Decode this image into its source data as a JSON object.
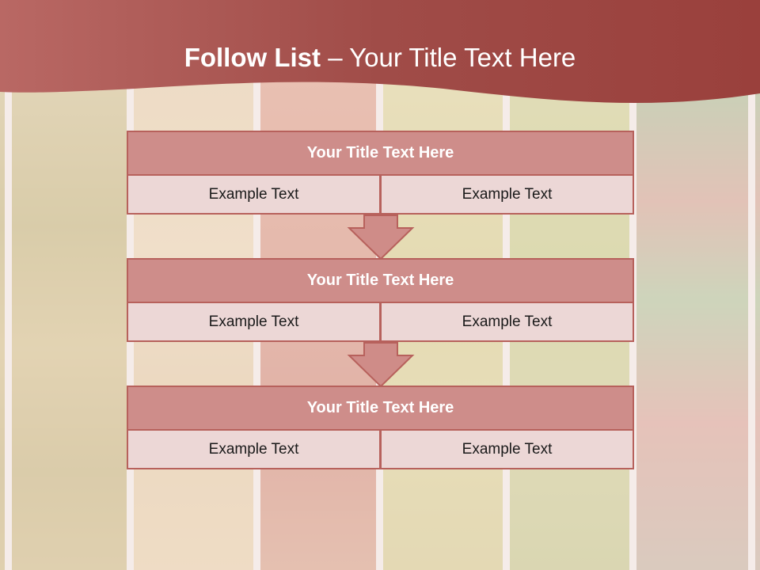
{
  "slide": {
    "title_strong": "Follow List",
    "title_rest": "– Your Title Text Here"
  },
  "blocks": [
    {
      "title": "Your Title Text Here",
      "cells": [
        "Example Text",
        "Example Text"
      ]
    },
    {
      "title": "Your Title Text Here",
      "cells": [
        "Example Text",
        "Example Text"
      ]
    },
    {
      "title": "Your Title Text Here",
      "cells": [
        "Example Text",
        "Example Text"
      ]
    }
  ],
  "colors": {
    "header": "#a8514d",
    "block_title_fill": "#ce8d8a",
    "cell_fill": "#ecd7d6",
    "border": "#b7615c"
  }
}
